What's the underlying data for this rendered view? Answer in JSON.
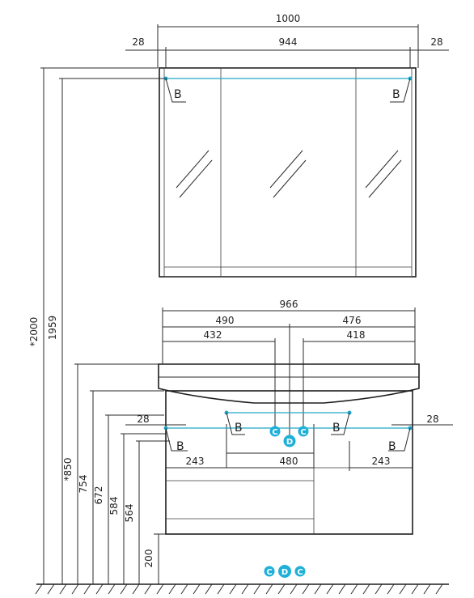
{
  "dimensions": {
    "mirror_total_width": "1000",
    "mirror_cabinet_width": "944",
    "mirror_left_offset": "28",
    "mirror_right_offset": "28",
    "total_height": "*2000",
    "mirror_top_height": "1959",
    "vanity_height": "*850",
    "h754": "754",
    "h672": "672",
    "h584": "584",
    "h564": "564",
    "floor_gap": "200",
    "vanity_width": "966",
    "left_part": "490",
    "right_part": "476",
    "left_inner": "432",
    "right_inner": "418",
    "vanity_left_offset": "28",
    "vanity_right_offset": "28",
    "left_drawer": "243",
    "center_drawer": "480",
    "right_drawer": "243"
  },
  "labels": {
    "b1": "B",
    "b2": "B",
    "b3": "B",
    "b4": "B",
    "b5": "B",
    "b6": "B"
  },
  "badges": {
    "c_left": "C",
    "d_mid": "D",
    "c_right": "C",
    "bottom_c_left": "C",
    "bottom_d": "D",
    "bottom_c_right": "C"
  }
}
